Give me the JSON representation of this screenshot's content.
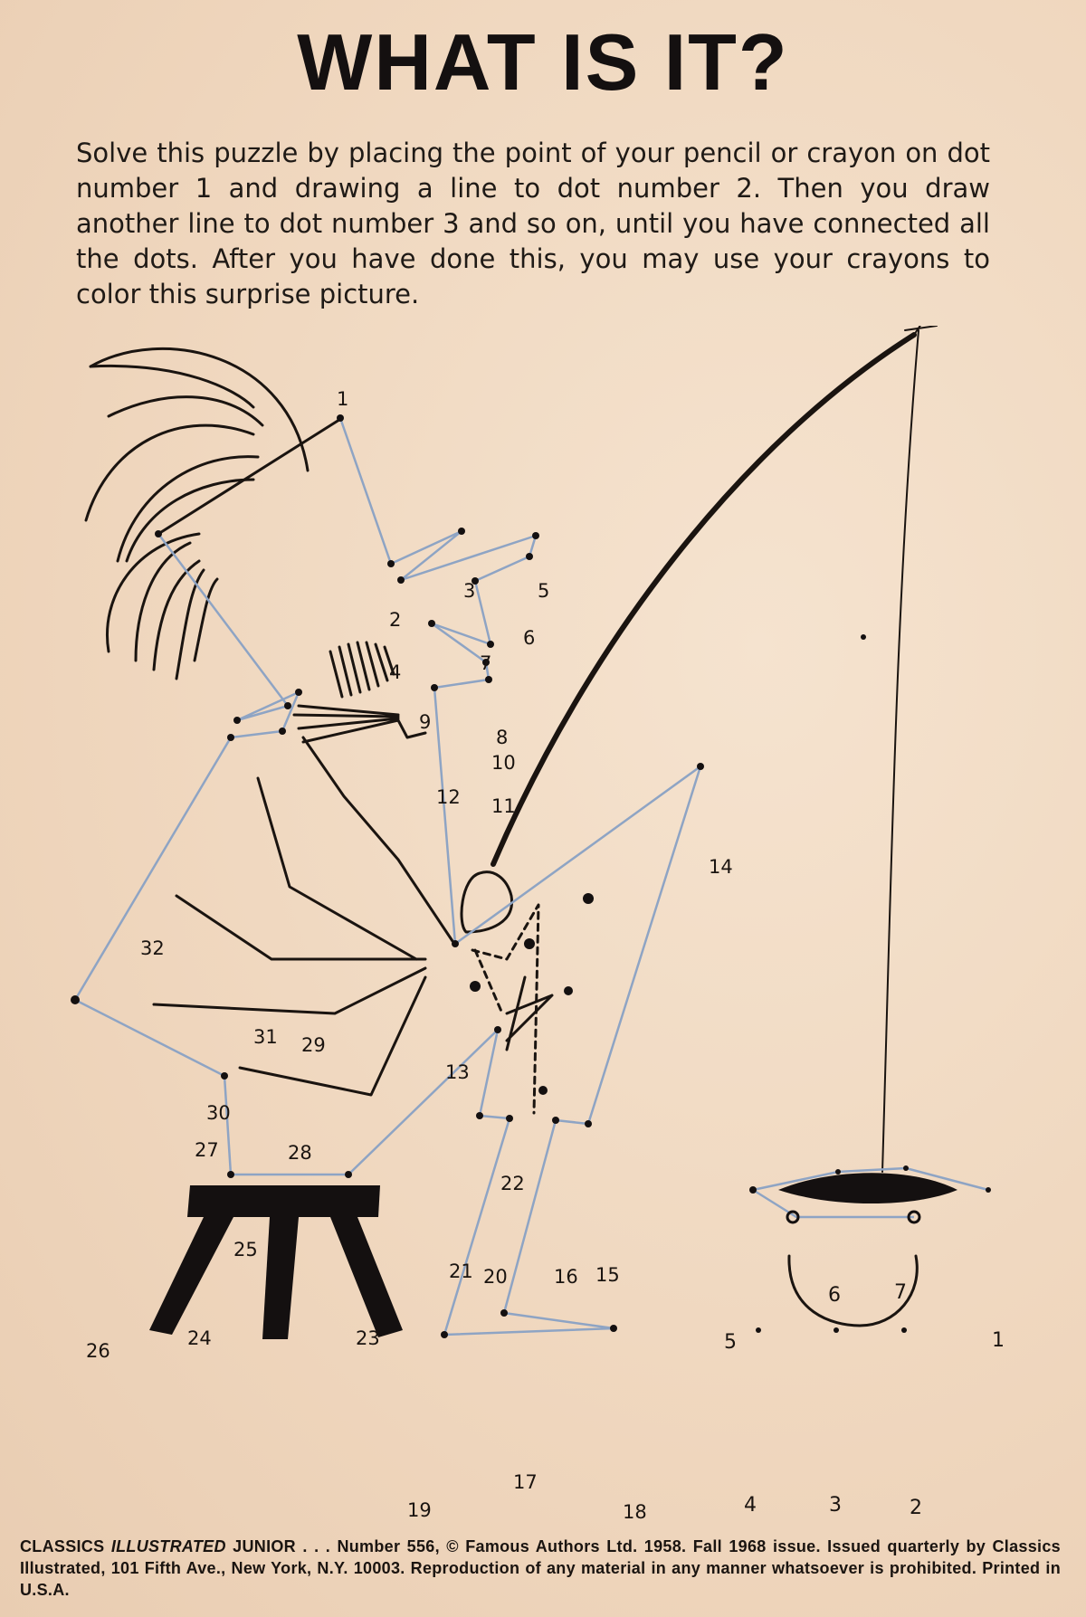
{
  "page": {
    "title": "WHAT IS IT?",
    "instructions": "Solve this puzzle by placing the point of your pencil or crayon on dot number 1 and drawing a line to dot number 2. Then you draw another line to dot number 3 and so on, until you have connected all the dots. After you have done this, you may use your crayons to color this surprise picture."
  },
  "colors": {
    "paper": "#f2dcc5",
    "ink": "#1a1410",
    "pencil_line": "#8ea4c4"
  },
  "figure_dots": {
    "labels": [
      "1",
      "2",
      "3",
      "4",
      "5",
      "6",
      "7",
      "8",
      "9",
      "10",
      "11",
      "12",
      "13",
      "14",
      "15",
      "16",
      "17",
      "18",
      "19",
      "20",
      "21",
      "22",
      "23",
      "24",
      "25",
      "26",
      "27",
      "28",
      "29",
      "30",
      "31",
      "32"
    ]
  },
  "bowl_dots": {
    "labels": [
      "1",
      "2",
      "3",
      "4",
      "5",
      "6",
      "7"
    ]
  },
  "footer": {
    "brand_a": "CLASSICS",
    "brand_b": "ILLUSTRATED",
    "brand_c": "JUNIOR",
    "text": ". . . Number 556, © Famous Authors Ltd. 1958. Fall 1968 issue. Issued quarterly by Classics Illustrated, 101 Fifth Ave., New York, N.Y. 10003. Reproduction of any material in any manner whatsoever is prohibited. Printed in U.S.A."
  }
}
